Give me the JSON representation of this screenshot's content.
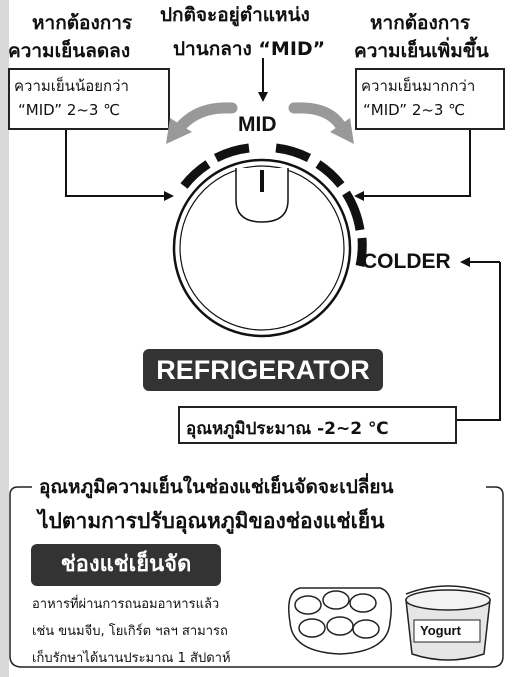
{
  "top": {
    "left_title_l1": "หากต้องการ",
    "left_title_l2": "ความเย็นลดลง",
    "center_title_l1": "ปกติจะอยู่ตำแหน่ง",
    "center_title_l2": "ปานกลาง “MID”",
    "right_title_l1": "หากต้องการ",
    "right_title_l2": "ความเย็นเพิ่มขึ้น",
    "left_box_l1": "ความเย็นน้อยกว่า",
    "left_box_l2": "“MID” 2~3 ℃",
    "right_box_l1": "ความเย็นมากกว่า",
    "right_box_l2": "“MID” 2~3 ℃"
  },
  "dial": {
    "mid_label": "MID",
    "colder_label": "COLDER",
    "name_label": "REFRIGERATOR",
    "temp_box": "อุณหภูมิประมาณ -2~2 ℃"
  },
  "bottom": {
    "heading_l1": "อุณหภูมิความเย็นในช่องแช่เย็นจัดจะเปลี่ยน",
    "heading_l2": "ไปตามการปรับอุณหภูมิของช่องแช่เย็น",
    "badge": "ช่องแช่เย็นจัด",
    "desc_l1": "อาหารที่ผ่านการถนอมอาหารแล้ว",
    "desc_l2": "เช่น ขนมจีบ, โยเกิร์ต ฯลฯ สามารถ",
    "desc_l3": "เก็บรักษาได้นานประมาณ 1 สัปดาห์",
    "yogurt_label": "Yogurt"
  }
}
